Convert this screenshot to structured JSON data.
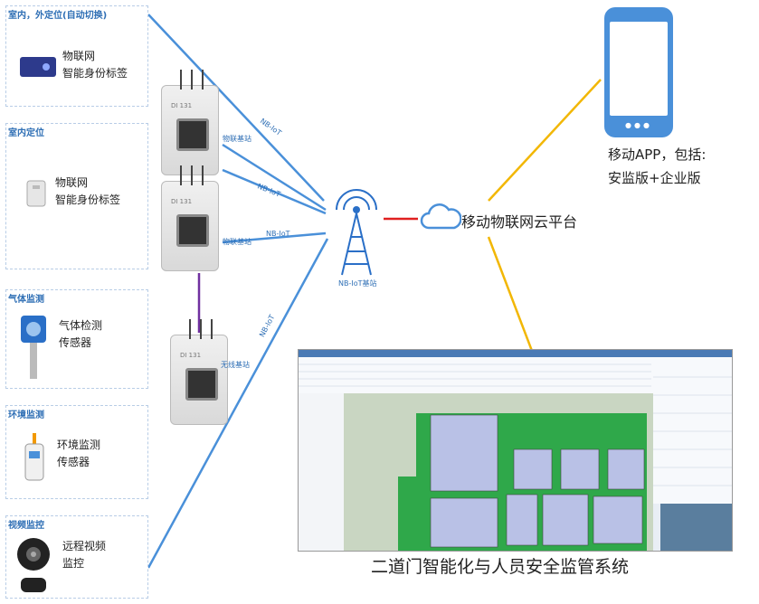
{
  "panels": [
    {
      "title": "室内，外定位(自动切换)",
      "label1": "物联网",
      "label2": "智能身份标签",
      "icon": "id-tag-icon"
    },
    {
      "title": "室内定位",
      "label1": "物联网",
      "label2": "智能身份标签",
      "icon": "card-tag-icon"
    },
    {
      "title": "气体监测",
      "label1": "气体检测",
      "label2": "传感器",
      "icon": "gas-sensor-icon"
    },
    {
      "title": "环境监测",
      "label1": "环境监测",
      "label2": "传感器",
      "icon": "env-sensor-icon"
    },
    {
      "title": "视频监控",
      "label1": "远程视频",
      "label2": "监控",
      "icon": "camera-icon"
    }
  ],
  "stations": [
    {
      "label": "物联基站",
      "box_text": "DI 131"
    },
    {
      "label": "物联基站",
      "box_text": "DI 131"
    },
    {
      "label": "无线基站",
      "box_text": "DI 131"
    }
  ],
  "links": {
    "l1": "NB-IoT",
    "l2": "NB-IoT",
    "l3": "NB-IoT",
    "l4": "NB-IoT"
  },
  "tower_label": "NB-IoT基站",
  "cloud_label": "移动物联网云平台",
  "app": {
    "line1": "移动APP，包括:",
    "line2": "安监版+企业版"
  },
  "system_title": "二道门智能化与人员安全监管系统",
  "colors": {
    "blue_line": "#4a90d9",
    "yellow_line": "#f2b705",
    "red_line": "#e02020",
    "purple_line": "#7030a0"
  }
}
